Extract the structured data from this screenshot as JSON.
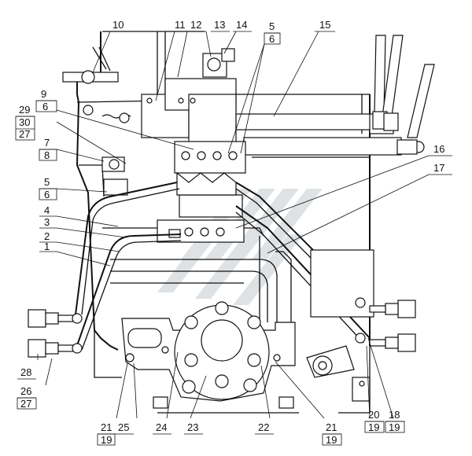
{
  "labels": [
    {
      "id": "l10",
      "text": "10"
    },
    {
      "id": "l11",
      "text": "11"
    },
    {
      "id": "l12",
      "text": "12"
    },
    {
      "id": "l13",
      "text": "13"
    },
    {
      "id": "l14",
      "text": "14"
    },
    {
      "id": "l5a",
      "text": "5"
    },
    {
      "id": "l6a",
      "text": "6"
    },
    {
      "id": "l15",
      "text": "15"
    },
    {
      "id": "l9",
      "text": "9"
    },
    {
      "id": "l6b",
      "text": "6"
    },
    {
      "id": "l29",
      "text": "29"
    },
    {
      "id": "l30",
      "text": "30"
    },
    {
      "id": "l27a",
      "text": "27"
    },
    {
      "id": "l7",
      "text": "7"
    },
    {
      "id": "l8",
      "text": "8"
    },
    {
      "id": "l16",
      "text": "16"
    },
    {
      "id": "l17",
      "text": "17"
    },
    {
      "id": "l5b",
      "text": "5"
    },
    {
      "id": "l6c",
      "text": "6"
    },
    {
      "id": "l4",
      "text": "4"
    },
    {
      "id": "l3",
      "text": "3"
    },
    {
      "id": "l2",
      "text": "2"
    },
    {
      "id": "l1",
      "text": "1"
    },
    {
      "id": "l28",
      "text": "28"
    },
    {
      "id": "l26",
      "text": "26"
    },
    {
      "id": "l27b",
      "text": "27"
    },
    {
      "id": "l21a",
      "text": "21"
    },
    {
      "id": "l19a",
      "text": "19"
    },
    {
      "id": "l25",
      "text": "25"
    },
    {
      "id": "l24",
      "text": "24"
    },
    {
      "id": "l23",
      "text": "23"
    },
    {
      "id": "l22",
      "text": "22"
    },
    {
      "id": "l21b",
      "text": "21"
    },
    {
      "id": "l19b",
      "text": "19"
    },
    {
      "id": "l20",
      "text": "20"
    },
    {
      "id": "l19c",
      "text": "19"
    },
    {
      "id": "l18",
      "text": "18"
    },
    {
      "id": "l19d",
      "text": "19"
    }
  ]
}
